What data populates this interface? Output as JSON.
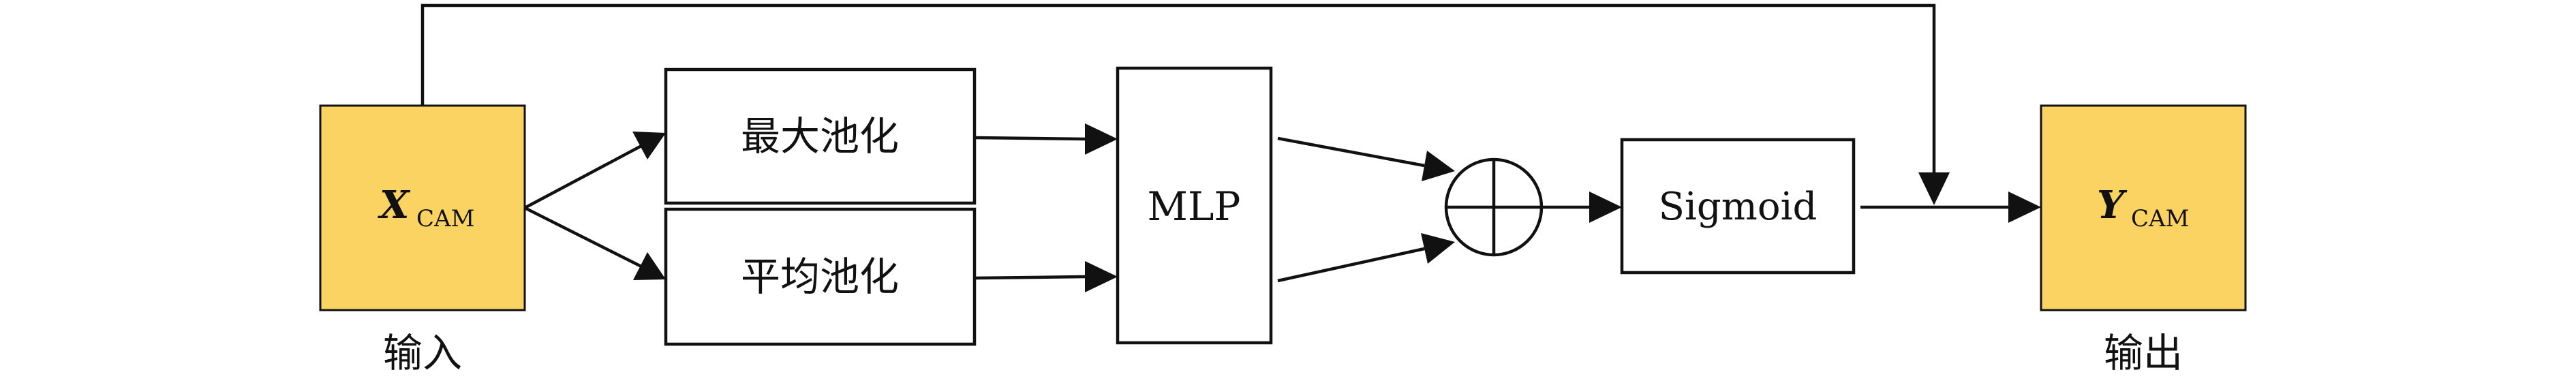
{
  "colors": {
    "io_fill": "#FBD362",
    "stroke": "#111111",
    "background": "#FFFFFF"
  },
  "input_block": {
    "symbol": "X",
    "subscript": "CAM",
    "caption": "输入"
  },
  "max_pool": {
    "label": "最大池化"
  },
  "avg_pool": {
    "label": "平均池化"
  },
  "mlp": {
    "label": "MLP"
  },
  "sum_node": {
    "icon": "circled-plus"
  },
  "sigmoid": {
    "label": "Sigmoid"
  },
  "output_block": {
    "symbol": "Y",
    "subscript": "CAM",
    "caption": "输出"
  }
}
